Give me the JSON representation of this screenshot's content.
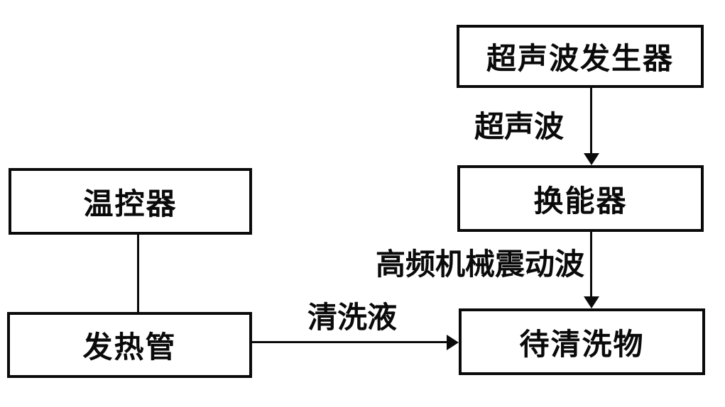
{
  "diagram": {
    "background_color": "#ffffff",
    "line_color": "#0a0a0a",
    "text_color": "#0a0a0a",
    "nodes": [
      {
        "id": "generator",
        "label": "超声波发生器"
      },
      {
        "id": "transducer",
        "label": "换能器"
      },
      {
        "id": "target",
        "label": "待清洗物"
      },
      {
        "id": "thermostat",
        "label": "温控器"
      },
      {
        "id": "heater",
        "label": "发热管"
      }
    ],
    "edges": [
      {
        "from": "generator",
        "to": "transducer",
        "label": "超声波",
        "arrow": "down"
      },
      {
        "from": "transducer",
        "to": "target",
        "label": "高频机械震动波",
        "arrow": "down"
      },
      {
        "from": "thermostat",
        "to": "heater",
        "label": "",
        "arrow": "none"
      },
      {
        "from": "heater",
        "to": "target",
        "label": "清洗液",
        "arrow": "right"
      }
    ]
  }
}
